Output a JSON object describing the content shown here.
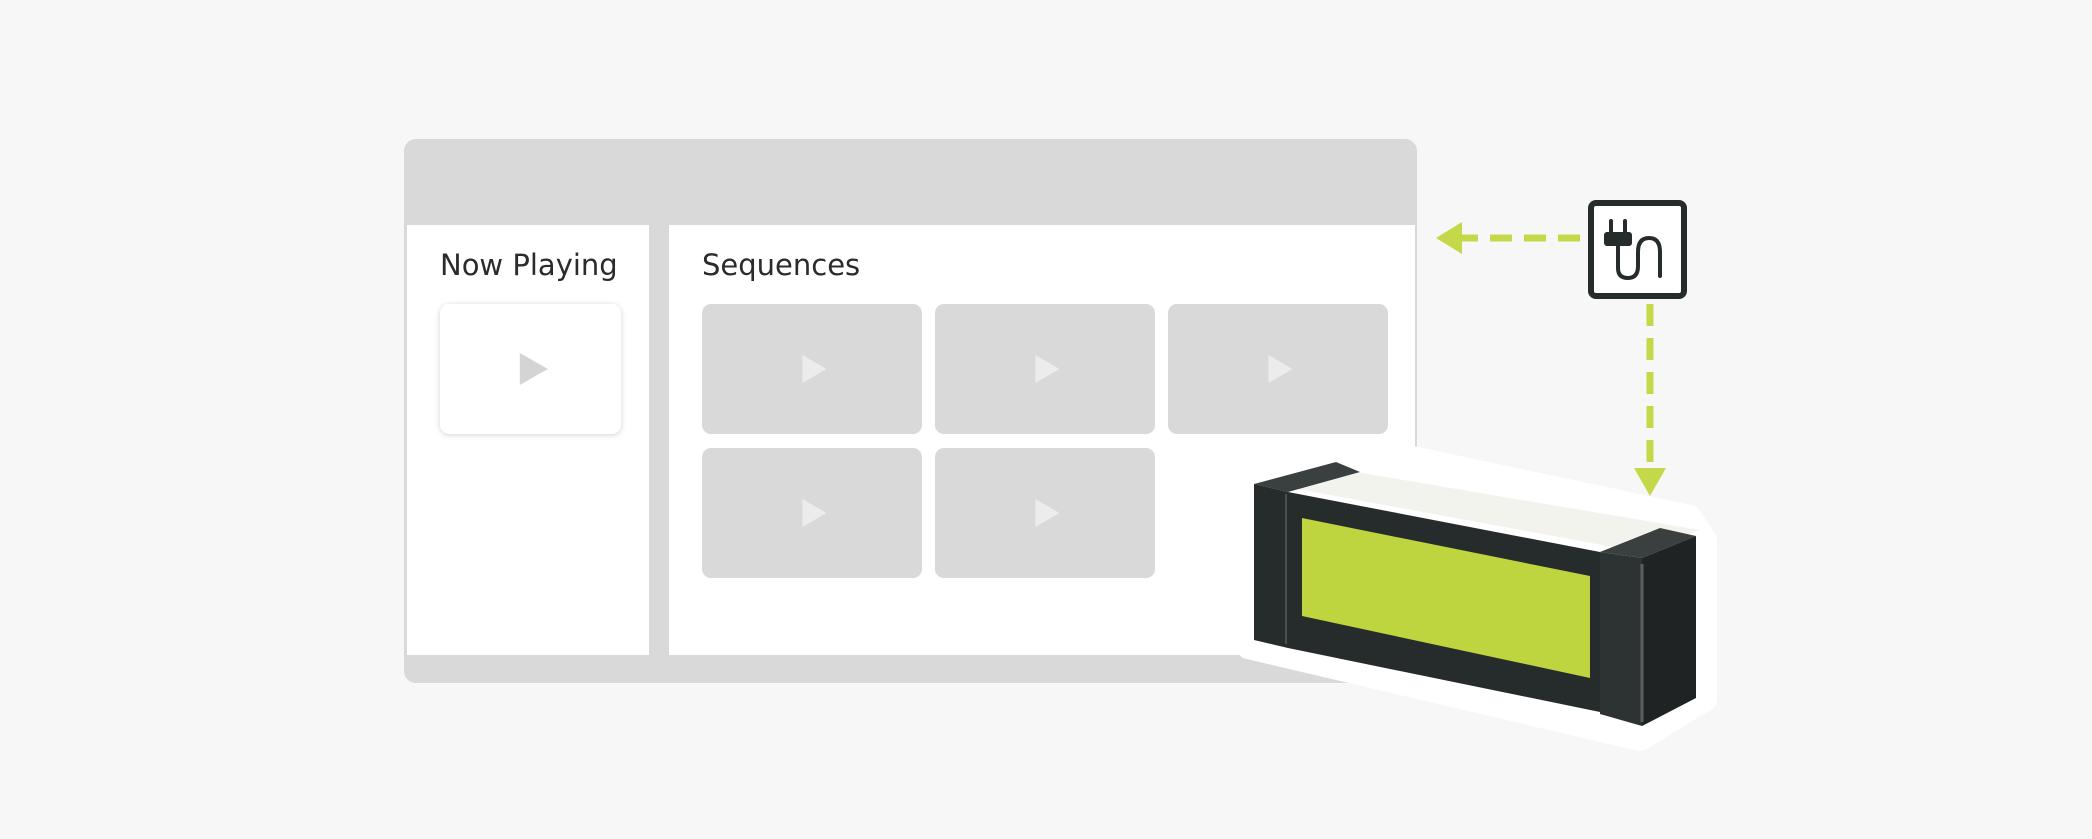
{
  "now_playing": {
    "title": "Now Playing"
  },
  "sequences": {
    "title": "Sequences",
    "thumbnail_count": 5
  },
  "icons": {
    "play": "play-icon",
    "power": "power-plug-icon",
    "device": "led-display-device-icon"
  },
  "colors": {
    "background": "#f7f7f7",
    "window": "#d9d9d9",
    "panel": "#ffffff",
    "accent": "#c5d84a",
    "device_screen": "#bfd540",
    "device_body": "#262b2c"
  }
}
